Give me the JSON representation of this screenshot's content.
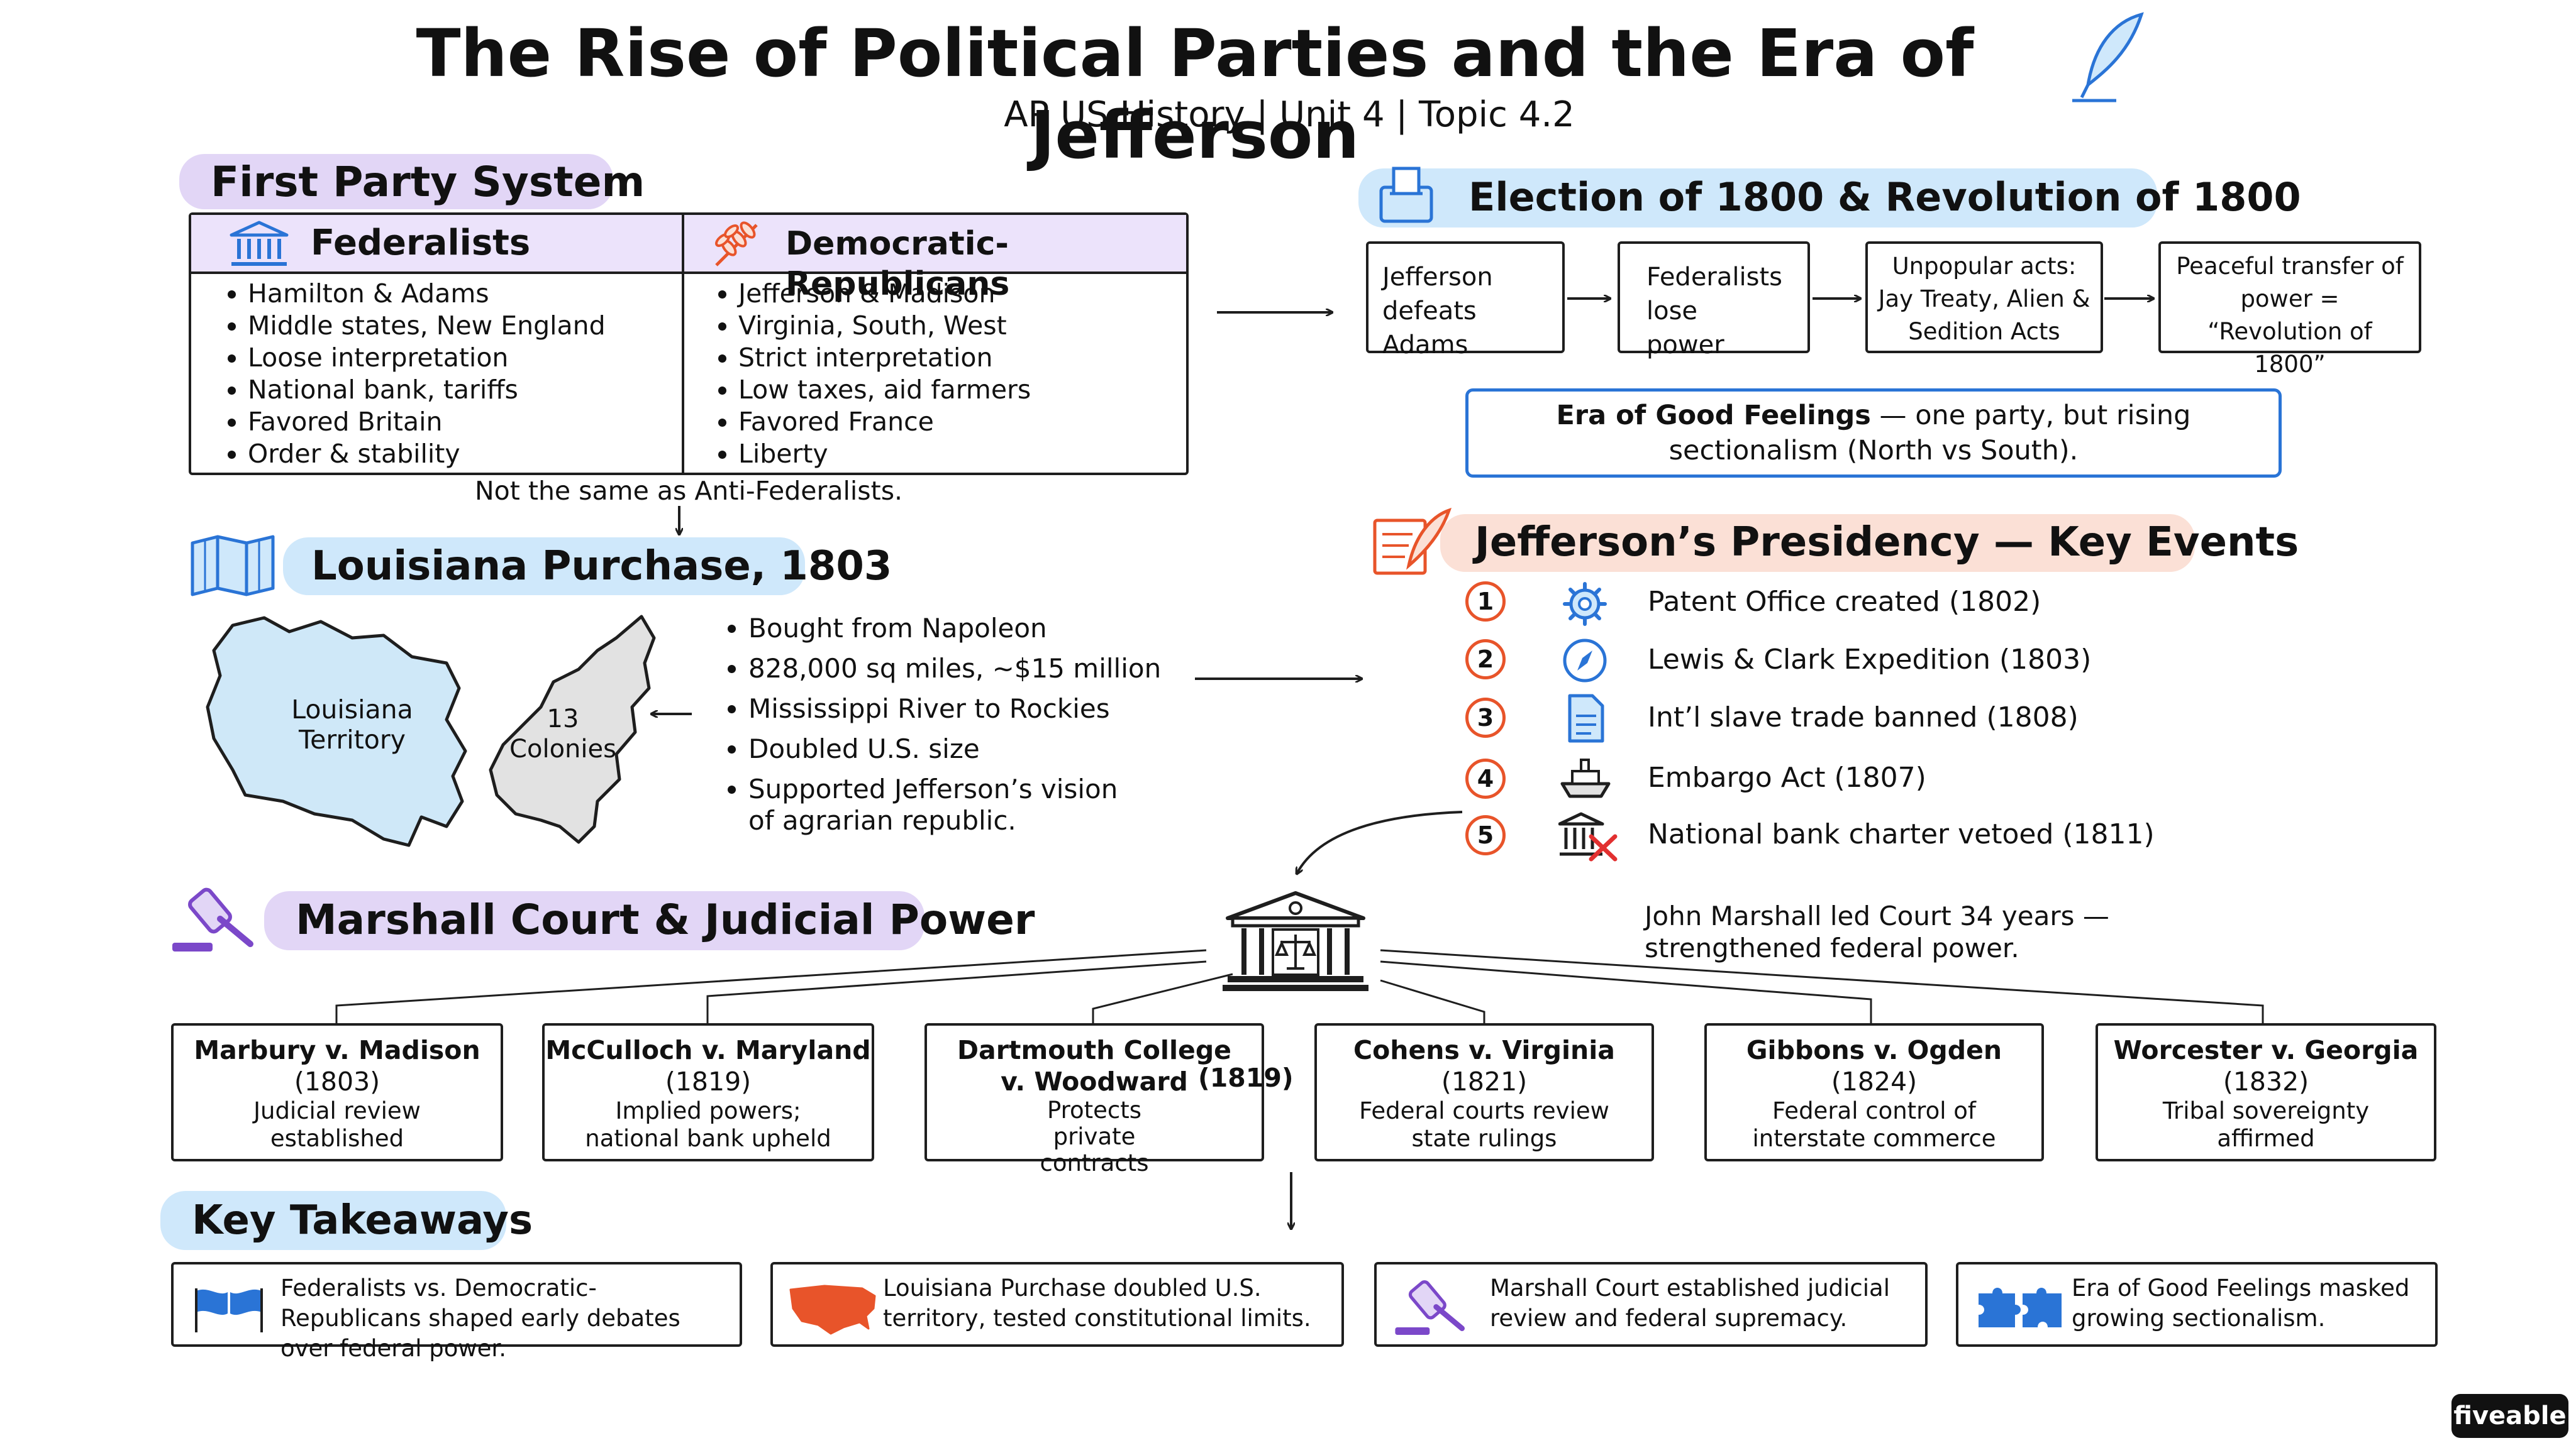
{
  "title": "The Rise of Political Parties and the Era of Jefferson",
  "subtitle": "AP US History | Unit 4 | Topic 4.2",
  "colors": {
    "purple": "#7b48c9",
    "blue": "#2a74d6",
    "orange": "#e8542a",
    "lavender": "#e2d6f6",
    "skyblue": "#cfe8fb",
    "peach": "#fbe0d6",
    "map_blue": "#cfe8f8",
    "map_gray": "#e2e2e2",
    "veto_red": "#e23030"
  },
  "first_party": {
    "heading": "First Party System",
    "federalists": {
      "name": "Federalists",
      "icon": "building-columns-icon",
      "items": [
        "Hamilton & Adams",
        "Middle states, New England",
        "Loose interpretation",
        "National bank, tariffs",
        "Favored Britain",
        "Order & stability"
      ]
    },
    "democratic_republicans": {
      "name": "Democratic-Republicans",
      "icon": "wheat-icon",
      "items": [
        "Jefferson & Madison",
        "Virginia, South, West",
        "Strict interpretation",
        "Low taxes, aid farmers",
        "Favored France",
        "Liberty"
      ]
    },
    "note": "Not the same as Anti-Federalists."
  },
  "election": {
    "heading": "Election of 1800 & Revolution of 1800",
    "icon": "ballot-box-icon",
    "steps": [
      "Jefferson defeats Adams",
      "Federalists lose power",
      "Unpopular acts: Jay Treaty, Alien & Sedition Acts",
      "Peaceful transfer of power = “Revolution of 1800”"
    ],
    "good_feelings_bold": "Era of Good Feelings",
    "good_feelings_rest": " — one party, but rising sectionalism (North vs South)."
  },
  "louisiana": {
    "heading": "Louisiana Purchase, 1803",
    "icon": "folded-map-icon",
    "territory_label": "Louisiana Territory",
    "colonies_label": "13 Colonies",
    "facts": [
      "Bought from Napoleon",
      "828,000 sq miles, ~$15 million",
      "Mississippi River to Rockies",
      "Doubled U.S. size",
      "Supported Jefferson’s vision of agrarian republic."
    ]
  },
  "presidency": {
    "heading": "Jefferson’s Presidency — Key Events",
    "icon": "quill-paper-icon",
    "events": [
      {
        "num": "1",
        "text": "Patent Office created (1802)",
        "icon": "gear-icon"
      },
      {
        "num": "2",
        "text": "Lewis & Clark Expedition (1803)",
        "icon": "compass-icon"
      },
      {
        "num": "3",
        "text": "Int’l slave trade banned (1808)",
        "icon": "document-icon"
      },
      {
        "num": "4",
        "text": "Embargo Act (1807)",
        "icon": "ship-icon"
      },
      {
        "num": "5",
        "text": "National bank charter vetoed (1811)",
        "icon": "bank-veto-icon"
      }
    ]
  },
  "marshall": {
    "heading": "Marshall Court & Judicial Power",
    "icon": "gavel-icon",
    "note": "John Marshall led Court 34 years — strengthened federal power.",
    "cases": [
      {
        "name": "Marbury v. Madison",
        "year": "(1803)",
        "desc": "Judicial review established"
      },
      {
        "name": "McCulloch v. Maryland",
        "year": "(1819)",
        "desc": "Implied powers; national bank upheld"
      },
      {
        "name": "Dartmouth College v. Woodward",
        "year": "(1819)",
        "desc": "Protects private contracts"
      },
      {
        "name": "Cohens v. Virginia",
        "year": "(1821)",
        "desc": "Federal courts review state rulings"
      },
      {
        "name": "Gibbons v. Ogden",
        "year": "(1824)",
        "desc": "Federal control of interstate commerce"
      },
      {
        "name": "Worcester v. Georgia",
        "year": "(1832)",
        "desc": "Tribal sovereignty affirmed"
      }
    ]
  },
  "takeaways": {
    "heading": "Key Takeaways",
    "items": [
      {
        "text": "Federalists vs. Democratic-Republicans shaped early debates over federal power.",
        "icon": "flags-icon"
      },
      {
        "text": "Louisiana Purchase doubled U.S. territory, tested constitutional limits.",
        "icon": "us-map-icon"
      },
      {
        "text": "Marshall Court established judicial review and federal supremacy.",
        "icon": "gavel-icon"
      },
      {
        "text": "Era of Good Feelings masked growing sectionalism.",
        "icon": "puzzle-icon"
      }
    ]
  },
  "brand": "fiveable"
}
